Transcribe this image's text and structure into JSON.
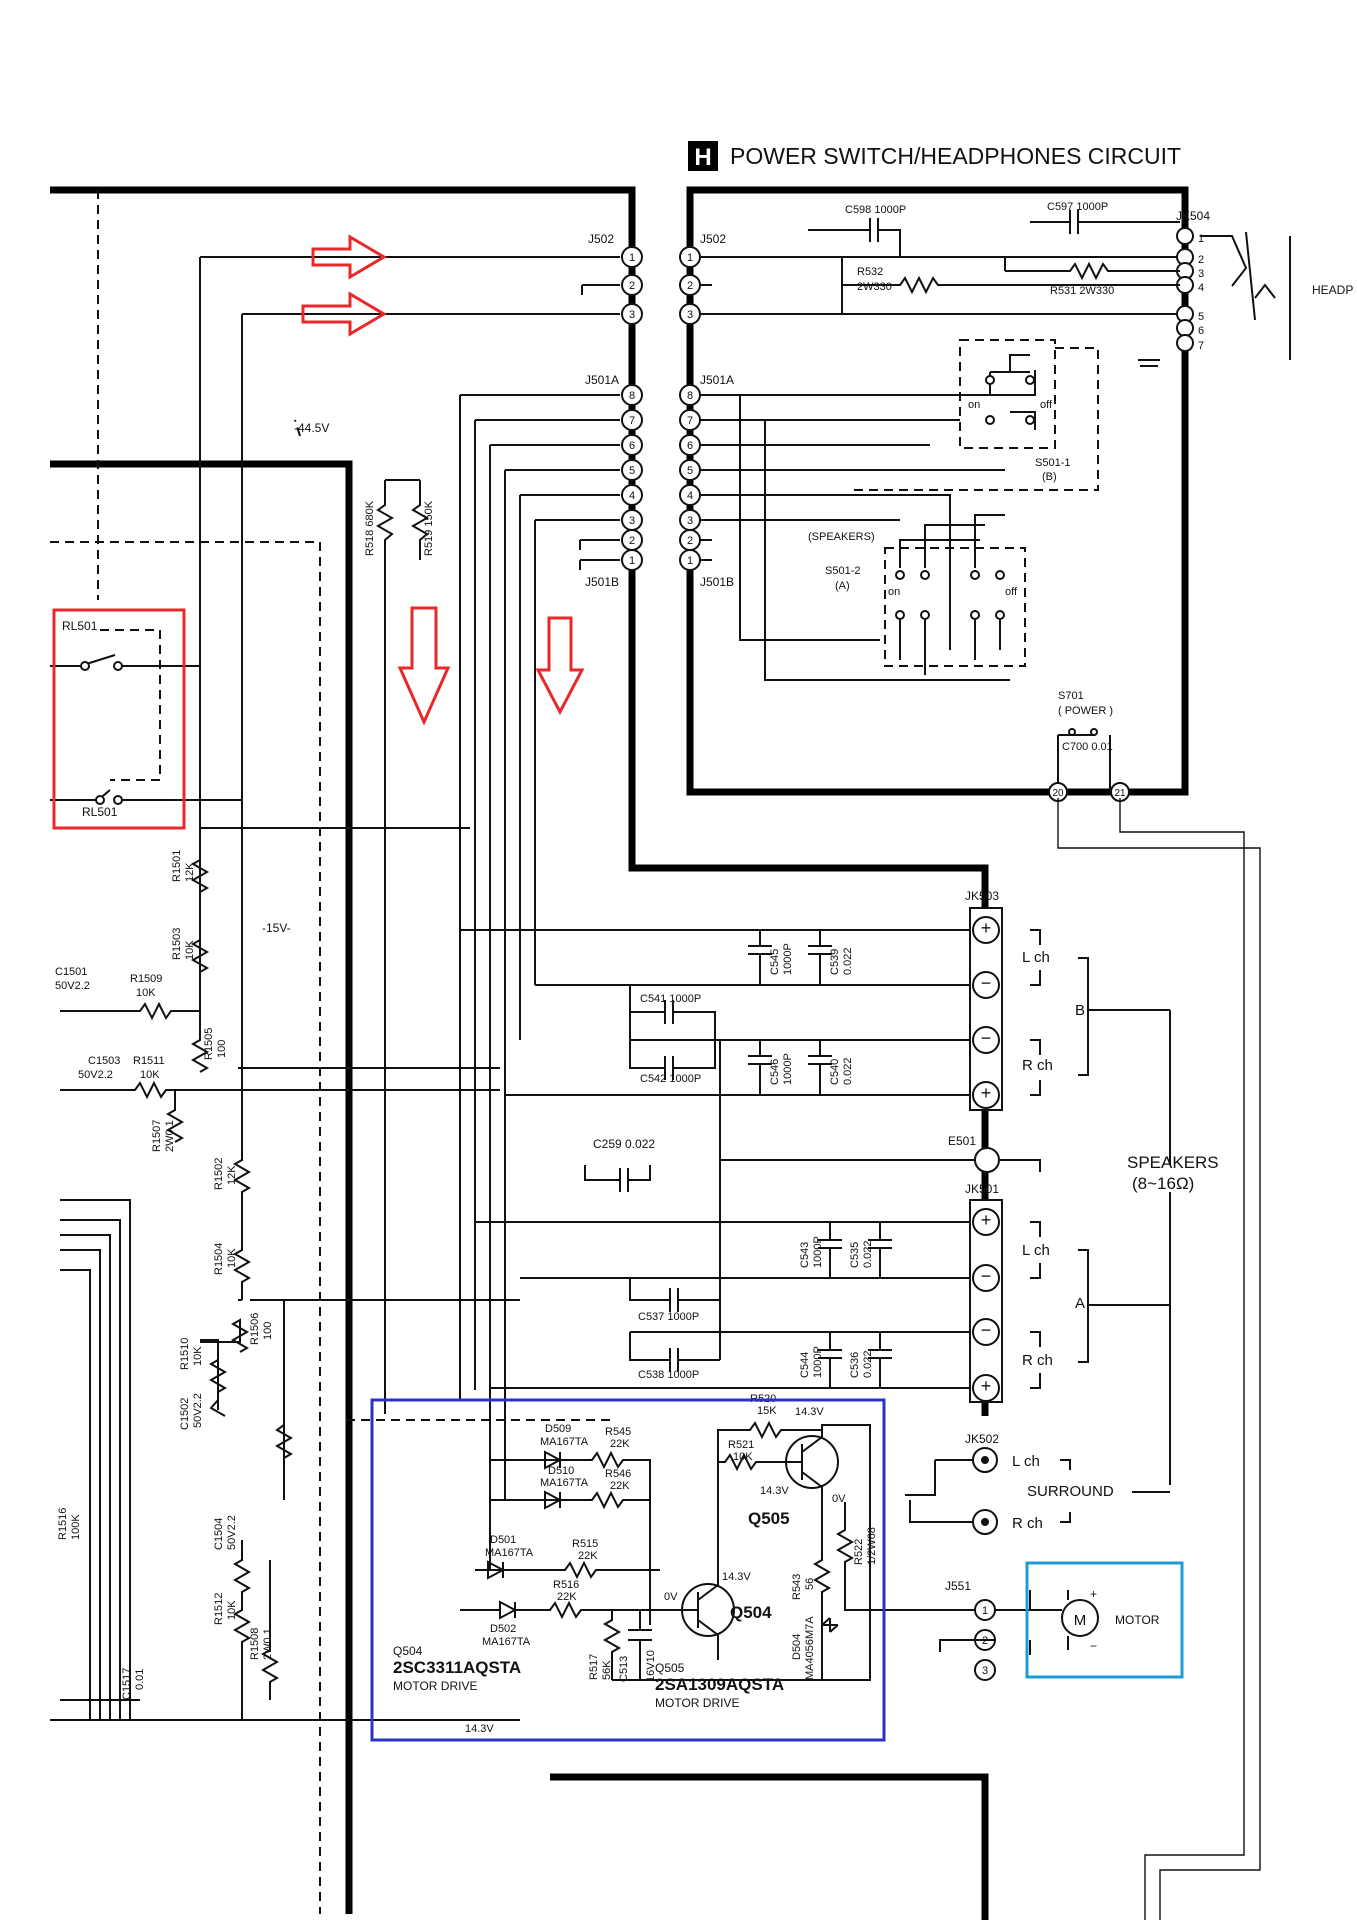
{
  "title": {
    "badge": "H",
    "text": "POWER SWITCH/HEADPHONES CIRCUIT"
  },
  "connectors": {
    "j502_left": "J502",
    "j502_right": "J502",
    "j501a_left": "J501A",
    "j501a_right": "J501A",
    "j501b_left": "J501B",
    "j501b_right": "J501B",
    "jk504": "JK504",
    "jk503": "JK503",
    "jk501": "JK501",
    "jk502": "JK502",
    "j551": "J551",
    "e501": "E501",
    "headp": "HEADP"
  },
  "j502_pins": [
    "1",
    "2",
    "3"
  ],
  "j501_pins": [
    "8",
    "7",
    "6",
    "5",
    "4",
    "3",
    "2",
    "1"
  ],
  "jk504_pins": [
    "1",
    "2",
    "3",
    "4",
    "5",
    "6",
    "7"
  ],
  "power_pins": [
    "20",
    "21"
  ],
  "j551_pins": [
    "1",
    "2",
    "3"
  ],
  "components": {
    "c598": "C598 1000P",
    "c597": "C597 1000P",
    "r532": "R532",
    "r532_val": "2W330",
    "r531": "R531 2W330",
    "s501_1": "S501-1",
    "s501_1_sub": "(B)",
    "speakers_sw": "(SPEAKERS)",
    "s501_2": "S501-2",
    "s501_2_sub": "(A)",
    "on": "on",
    "off": "off",
    "s701": "S701",
    "s701_sub": "( POWER )",
    "c700": "C700 0.01",
    "r518": "R518 680K",
    "r519": "R519 150K",
    "v445": "-44.5V",
    "v15": "-15V-",
    "rl501_top": "RL501",
    "rl501_bot": "RL501",
    "r1501": "R1501",
    "r1501_val": "12K",
    "r1503": "R1503",
    "r1503_val": "10K",
    "c1501": "C1501",
    "c1501_val": "50V2.2",
    "r1509": "R1509",
    "r1509_val": "10K",
    "r1505": "R1505",
    "r1505_val": "100",
    "c1503": "C1503",
    "c1503_val": "50V2.2",
    "r1511": "R1511",
    "r1511_val": "10K",
    "r1507": "R1507",
    "r1507_val": "2W0.1",
    "r1502": "R1502",
    "r1502_val": "12K",
    "r1504": "R1504",
    "r1504_val": "10K",
    "r1510": "R1510",
    "r1510_val": "10K",
    "r1506": "R1506",
    "r1506_val": "100",
    "c1502": "C1502",
    "c1502_val": "50V2.2",
    "r1516": "R1516",
    "r1516_val": "100K",
    "c1504": "C1504",
    "c1504_val": "50V2.2",
    "r1512": "R1512",
    "r1512_val": "10K",
    "r1508": "R1508",
    "r1508_val": "2W0.1",
    "c1517": "C1517",
    "c1517_val": "0.01",
    "c545": "C545",
    "c545_val": "1000P",
    "c539": "C539",
    "c539_val": "0.022",
    "c541": "C541 1000P",
    "c542": "C542 1000P",
    "c546": "C546",
    "c546_val": "1000P",
    "c540": "C540",
    "c540_val": "0.022",
    "c259": "C259 0.022",
    "c543": "C543",
    "c543_val": "1000P",
    "c535": "C535",
    "c535_val": "0.022",
    "c537": "C537 1000P",
    "c538": "C538 1000P",
    "c544": "C544",
    "c544_val": "1000P",
    "c536": "C536",
    "c536_val": "0.022",
    "d509": "D509",
    "d509_val": "MA167TA",
    "d510": "D510",
    "d510_val": "MA167TA",
    "r545": "R545",
    "r545_val": "22K",
    "r546": "R546",
    "r546_val": "22K",
    "r520": "R520",
    "r520_val": "15K",
    "r521": "R521",
    "r521_val": "10K",
    "v143a": "14.3V",
    "v143b": "14.3V",
    "v0a": "0V",
    "q505": "Q505",
    "d501": "D501",
    "d501_val": "MA167TA",
    "r515": "R515",
    "r515_val": "22K",
    "d502": "D502",
    "d502_val": "MA167TA",
    "r516": "R516",
    "r516_val": "22K",
    "v0b": "0V",
    "v143c": "14.3V",
    "q504": "Q504",
    "r543": "R543",
    "r543_val": "56",
    "r522": "R522",
    "r522_val": "1/2W68",
    "d504": "D504",
    "d504_val": "MA4056M7A",
    "r517": "R517",
    "r517_val": "56K",
    "c513": "C513",
    "c513_val": "16V10",
    "q504_label": "Q504",
    "q504_part": "2SC3311AQSTA",
    "q504_func": "MOTOR DRIVE",
    "q505_label": "Q505",
    "q505_part": "2SA1309AQSTA",
    "q505_func": "MOTOR DRIVE",
    "v143_bottom": "14.3V"
  },
  "speaker_terminals": {
    "b_group": "B",
    "a_group": "A",
    "lch_b": "L ch",
    "rch_b": "R ch",
    "lch_a": "L ch",
    "rch_a": "R ch",
    "speakers": "SPEAKERS",
    "impedance": "(8~16Ω)",
    "surround": "SURROUND",
    "lch_s": "L ch",
    "rch_s": "R ch",
    "plus": "+",
    "minus": "−"
  },
  "motor": {
    "symbol": "M",
    "label": "MOTOR",
    "plus": "+",
    "minus": "−"
  },
  "highlight_colors": {
    "red": "#e8282a",
    "blue": "#2b35c4",
    "cyan": "#1e9ad6"
  }
}
